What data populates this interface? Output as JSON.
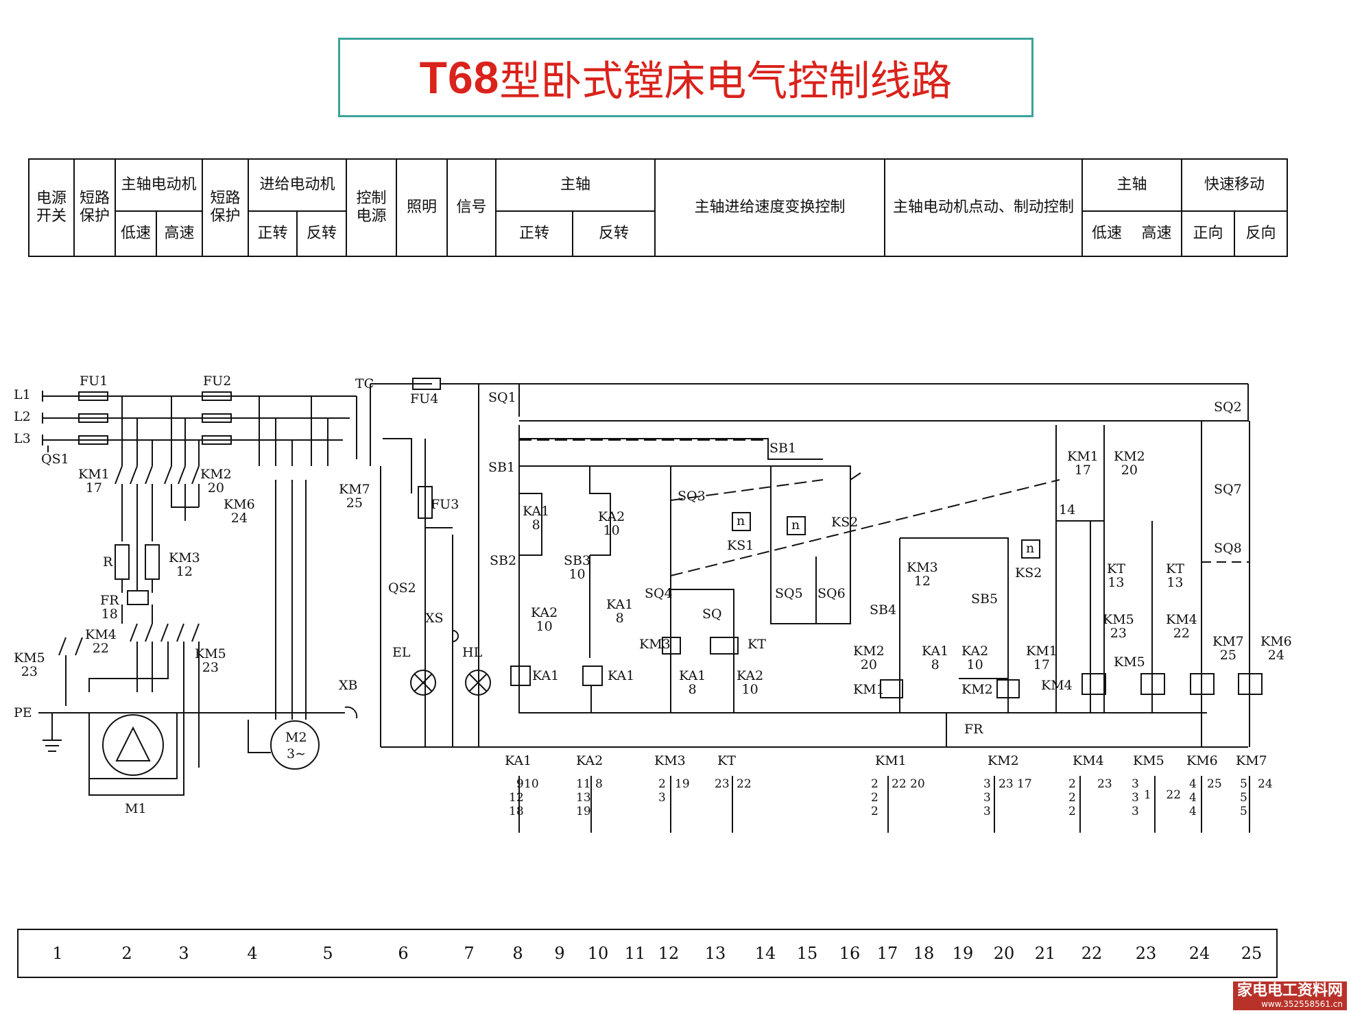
{
  "title": {
    "prefix": "T68",
    "rest": "型卧式镗床电气控制线路"
  },
  "header_cells": [
    "电源\n开关",
    "短路\n保护",
    "主轴电动机",
    "低速",
    "高速",
    "短路\n保护",
    "进给电动机",
    "正转",
    "反转",
    "控制\n电源",
    "照明",
    "信号",
    "主轴",
    "正转",
    "反转",
    "主轴进给速度变换控制",
    "主轴电动机点动、制动控制",
    "主轴",
    "低速",
    "高速",
    "快速移动",
    "正向",
    "反向"
  ],
  "column_numbers": [
    "1",
    "2",
    "3",
    "4",
    "5",
    "6",
    "7",
    "8",
    "9",
    "10",
    "11",
    "12",
    "13",
    "14",
    "15",
    "16",
    "17",
    "18",
    "19",
    "20",
    "21",
    "22",
    "23",
    "24",
    "25"
  ],
  "labels": {
    "L1": "L1",
    "L2": "L2",
    "L3": "L3",
    "QS1": "QS1",
    "FU1": "FU1",
    "FU2": "FU2",
    "KM1_17": "KM1\n17",
    "KM2_20": "KM2\n20",
    "KM6_24": "KM6\n24",
    "KM7_25": "KM7\n25",
    "R": "R",
    "KM3_12": "KM3\n12",
    "FR_18": "FR\n18",
    "KM4_22": "KM4\n22",
    "KM5_23a": "KM5\n23",
    "KM5_23b": "KM5\n23",
    "PE": "PE",
    "M1": "M1",
    "M2": "M2",
    "M2s": "3∼",
    "TC": "TC",
    "FU4": "FU4",
    "FU3": "FU3",
    "QS2": "QS2",
    "XS": "XS",
    "XB": "XB",
    "EL": "EL",
    "HL": "HL",
    "SQ1": "SQ1",
    "SB1a": "SB1",
    "SB1b": "SB1",
    "SQ2": "SQ2",
    "SQ3": "SQ3",
    "KA1_8": "KA1\n8",
    "KA2_10": "KA2\n10",
    "SB2": "SB2",
    "SB3_10": "SB3\n10",
    "KA2_10b": "KA2\n10",
    "KA1_8b": "KA1\n8",
    "SQ4": "SQ4",
    "KM3": "KM3",
    "SQ": "SQ",
    "KT": "KT",
    "KA1c": "KA1\n8",
    "KA2c": "KA2\n10",
    "KA1coil": "KA1",
    "KA1coil2": "KA1",
    "n1": "n",
    "n2": "n",
    "n3": "n",
    "KS1": "KS1",
    "KS2a": "KS2",
    "KS2b": "KS2",
    "SQ5": "SQ5",
    "SQ6": "SQ6",
    "KM3_12b": "KM3\n12",
    "SB4": "SB4",
    "SB5": "SB5",
    "KM2_20b": "KM2\n20",
    "KA1_8c": "KA1\n8",
    "KA2_10c": "KA2\n10",
    "KM1_17b": "KM1\n17",
    "KM1coil": "KM1",
    "KM2coil": "KM2",
    "KM4coil": "KM4",
    "KM5coil": "KM5",
    "KM1_17c": "KM1\n17",
    "KM2_20c": "KM2\n20",
    "n14": "14",
    "KT13a": "KT\n13",
    "KT13b": "KT\n13",
    "KM5_23c": "KM5\n23",
    "KM4_22b": "KM4\n22",
    "SQ7": "SQ7",
    "SQ8": "SQ8",
    "KM7_25b": "KM7\n25",
    "KM6_24b": "KM6\n24",
    "FR": "FR"
  },
  "contact_refs": [
    {
      "coil": "KA1",
      "left": "9\n12\n18",
      "right": "10"
    },
    {
      "coil": "KA2",
      "left": "11\n13\n19",
      "right": "8"
    },
    {
      "coil": "KM3",
      "left": "2\n3",
      "right": "19"
    },
    {
      "coil": "KT",
      "left": "23",
      "right": "22"
    },
    {
      "coil": "KM1",
      "left": "2\n2\n2",
      "right": "22 20"
    },
    {
      "coil": "KM2",
      "left": "3\n3\n3",
      "right": "23 17"
    },
    {
      "coil": "KM4",
      "left": "2\n2\n2",
      "right": "23"
    },
    {
      "coil": "KM5",
      "left": "3\n3\n3",
      "right": "1    22"
    },
    {
      "coil": "KM6",
      "left": "4\n4\n4",
      "right": "25"
    },
    {
      "coil": "KM7",
      "left": "5\n5\n5",
      "right": "24"
    }
  ],
  "watermark": {
    "name": "家电电工资料网",
    "url": "www.352558561.cn"
  }
}
